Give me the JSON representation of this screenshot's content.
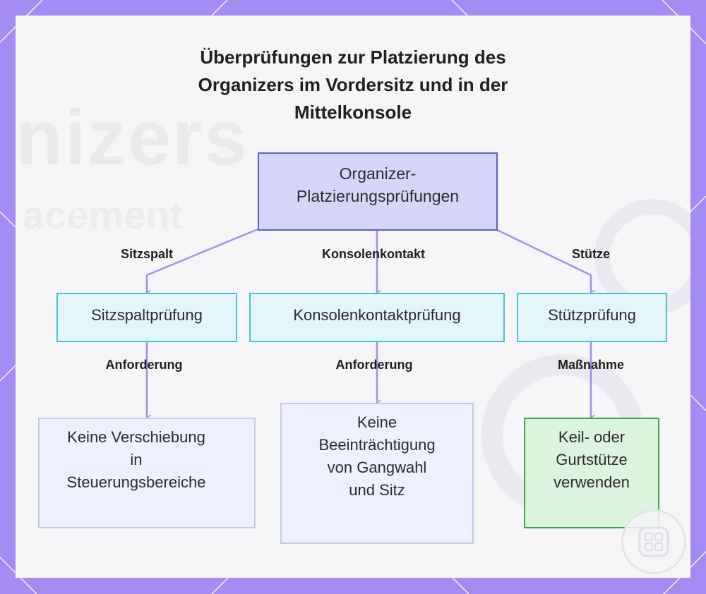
{
  "title": "Überprüfungen zur Platzierung des Organizers im Vordersitz und in der Mittelkonsole",
  "background_text": {
    "large": "nizers",
    "small": "acement"
  },
  "nodes": {
    "root": "Organizer-\nPlatzierungsprüfungen",
    "seat_gap_check": "Sitzspaltprüfung",
    "console_contact_check": "Konsolenkontaktprüfung",
    "support_check": "Stützprüfung",
    "no_shift": "Keine Verschiebung\nin\nSteuerungsbereiche",
    "no_interference": "Keine\nBeeinträchtigung\nvon Gangwahl\nund Sitz",
    "use_support": "Keil- oder\nGurtstütze\nverwenden"
  },
  "edge_labels": {
    "seat_gap": "Sitzspalt",
    "console_contact": "Konsolenkontakt",
    "support": "Stütze",
    "requirement_1": "Anforderung",
    "requirement_2": "Anforderung",
    "measure": "Maßnahme"
  },
  "colors": {
    "frame": "#a58cf5",
    "edge": "#a58cf5",
    "root_fill": "#d6d6fb",
    "root_border": "#5b5fc7",
    "mid_fill": "#e3f6fb",
    "mid_border": "#47c2d9",
    "leaf_fill": "#eef0fd",
    "leaf_border": "#c4c9f0",
    "action_fill": "#dcf5de",
    "action_border": "#3ba54a"
  },
  "icons": {
    "logo": "grid-logo-icon"
  }
}
